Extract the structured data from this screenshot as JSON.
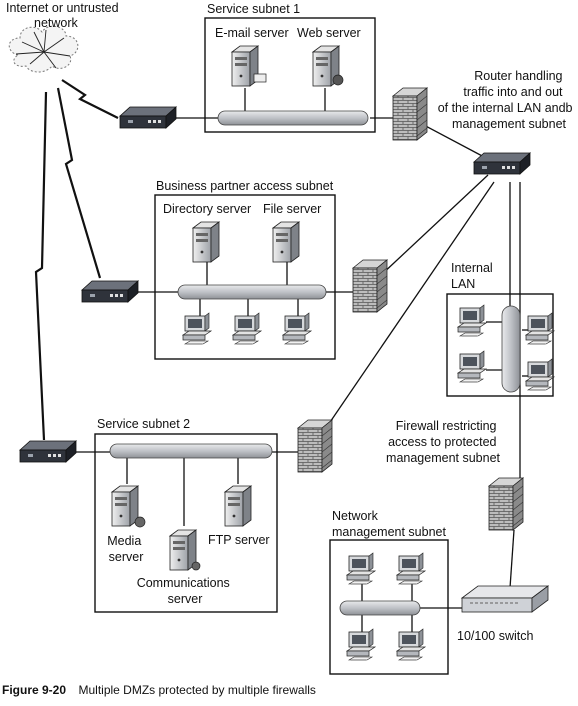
{
  "figure": {
    "number": "Figure 9-20",
    "title": "Multiple DMZs protected by multiple firewalls"
  },
  "labels": {
    "internet": [
      "Internet or untrusted",
      "network"
    ],
    "service_subnet_1": "Service subnet 1",
    "email_server": "E-mail server",
    "web_server": "Web server",
    "router": [
      "Router handling",
      "traffic into and out",
      "of the internal LAN andb",
      "management subnet"
    ],
    "business_partner_subnet": "Business partner access subnet",
    "directory_server": "Directory server",
    "file_server": "File server",
    "internal_lan": [
      "Internal",
      "LAN"
    ],
    "service_subnet_2": "Service subnet 2",
    "media_server": [
      "Media",
      "server"
    ],
    "ftp_server": "FTP server",
    "communications_server": [
      "Communications",
      "server"
    ],
    "firewall_restricting": [
      "Firewall restricting",
      "access to protected",
      "management subnet"
    ],
    "network_management_subnet": [
      "Network",
      "management subnet"
    ],
    "switch": "10/100 switch"
  },
  "icons": {
    "cloud": "cloud-icon",
    "router": "router-icon",
    "firewall": "brick-firewall-icon",
    "server": "server-tower-icon",
    "workstation": "desktop-computer-icon",
    "switch": "network-switch-icon",
    "backbone": "network-backbone-cylinder"
  },
  "colors": {
    "line": "#111111",
    "brick": "#9a9a9a",
    "device_dark": "#3a3f4a",
    "device_light": "#d8dbe0",
    "backbone": "#c4c7cc"
  }
}
